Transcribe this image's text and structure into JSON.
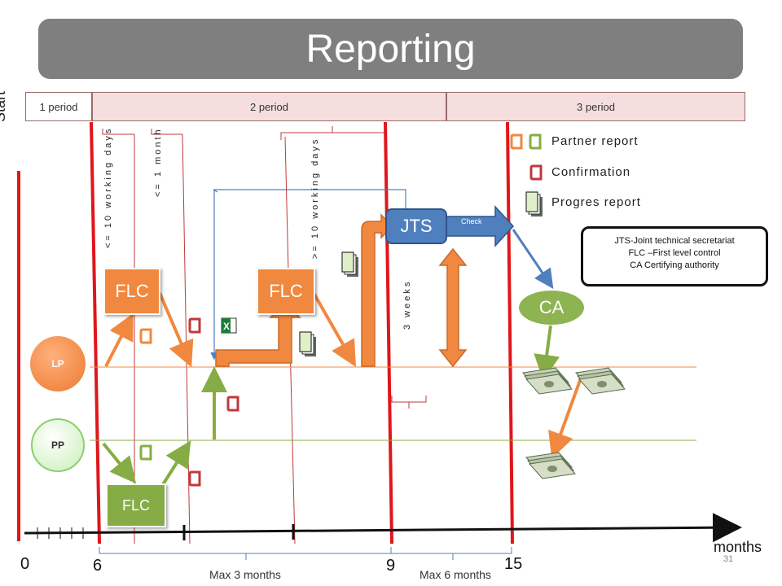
{
  "title": "Reporting",
  "start_label": "Start",
  "periods": [
    "1 period",
    "2 period",
    "3 period"
  ],
  "notes": {
    "working_days_1": "<= 10 working days",
    "month_1": "<= 1 month",
    "working_days_2": ">= 10 working days",
    "weeks_3": "3 weeks"
  },
  "legend": {
    "partner_report": "Partner report",
    "confirmation": "Confirmation",
    "progress_report": "Progres report"
  },
  "definitions": [
    "JTS-Joint technical secretariat",
    "FLC –First level control",
    "CA Certifying authority"
  ],
  "nodes": {
    "flc": "FLC",
    "jts": "JTS",
    "ca": "CA",
    "lp": "LP",
    "pp": "PP",
    "check": "Check"
  },
  "axis": {
    "label": "months",
    "ticks": [
      "0",
      "6",
      "9",
      "15"
    ],
    "span_1": "Max 3 months",
    "span_2": "Max 6 months"
  },
  "slide_number": "31",
  "colors": {
    "orange": "#f0883f",
    "green": "#86ad45",
    "red_line": "#e0161b",
    "blue": "#4f80bd",
    "doc_red": "#c0393b"
  }
}
